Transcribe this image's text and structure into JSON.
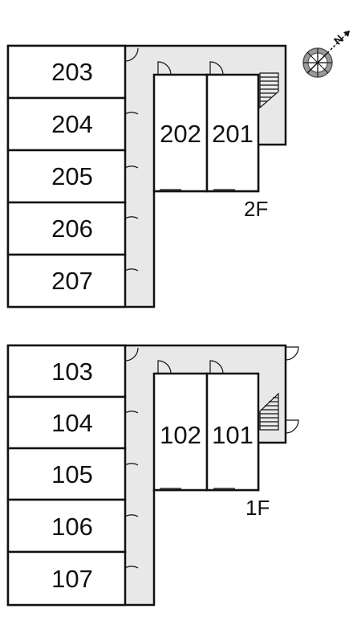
{
  "compass": {
    "north_label": "N",
    "icon": "compass-rose-icon"
  },
  "floors": [
    {
      "label": "2F",
      "rooms": [
        "203",
        "204",
        "205",
        "206",
        "207",
        "202",
        "201"
      ]
    },
    {
      "label": "1F",
      "rooms": [
        "103",
        "104",
        "105",
        "106",
        "107",
        "102",
        "101"
      ]
    }
  ]
}
